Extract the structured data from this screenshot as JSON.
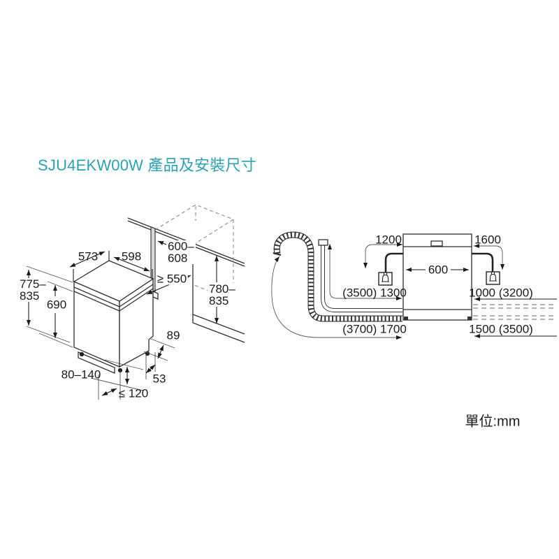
{
  "title": "SJU4EKW00W 產品及安裝尺寸",
  "unit_label": "單位:mm",
  "colors": {
    "accent": "#2BA2B2",
    "line": "#2f2f2f",
    "text": "#1a1a1a"
  },
  "icons": {
    "plug_left": "power-plug-icon",
    "plug_right": "power-plug-icon",
    "drain_hose": "corrugated-drain-hose",
    "supply_hose": "water-supply-hose"
  },
  "left": {
    "d573": "573",
    "d598": "598",
    "d600_608_l1": "600–",
    "d600_608_l2": "608",
    "d550": "≥ 550",
    "d775_l1": "775–",
    "d775_l2": "835",
    "d690": "690",
    "d780_l1": "780–",
    "d780_l2": "835",
    "d89": "89",
    "d80_140": "80–140",
    "d53": "53",
    "d120": "≤ 120"
  },
  "right": {
    "d1200": "1200",
    "d1600": "1600",
    "d600": "600",
    "d3500_1300": "(3500) 1300",
    "d1000_3200": "1000 (3200)",
    "d3700_1700": "(3700) 1700",
    "d1500_3500": "1500 (3500)"
  }
}
